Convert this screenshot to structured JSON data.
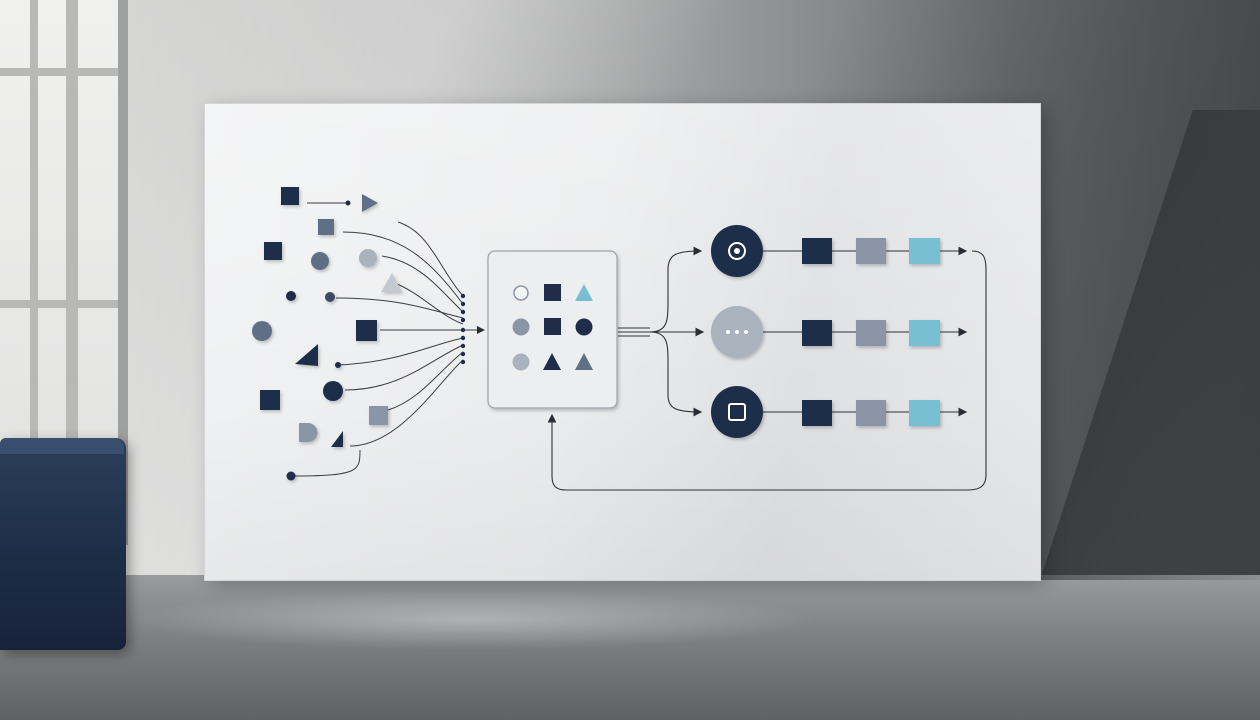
{
  "colors": {
    "navy": "#1f2d4a",
    "slate": "#5f6f86",
    "gray": "#8a96a6",
    "light_gray": "#a9b2bd",
    "teal": "#79bfd3",
    "line": "#3a3d44",
    "panel": "#eeeff0"
  },
  "diagram": {
    "input_shapes": [
      {
        "shape": "square",
        "color": "navy"
      },
      {
        "shape": "triangle",
        "color": "slate"
      },
      {
        "shape": "square",
        "color": "slate"
      },
      {
        "shape": "square",
        "color": "navy"
      },
      {
        "shape": "circle",
        "color": "gray"
      },
      {
        "shape": "circle",
        "color": "light_gray"
      },
      {
        "shape": "dot",
        "color": "navy"
      },
      {
        "shape": "dot",
        "color": "slate"
      },
      {
        "shape": "triangle",
        "color": "light_gray"
      },
      {
        "shape": "circle",
        "color": "slate"
      },
      {
        "shape": "square",
        "color": "navy"
      },
      {
        "shape": "triangle",
        "color": "navy"
      },
      {
        "shape": "dot",
        "color": "navy"
      },
      {
        "shape": "circle",
        "color": "navy"
      },
      {
        "shape": "square",
        "color": "navy"
      },
      {
        "shape": "square",
        "color": "gray"
      },
      {
        "shape": "half-circle",
        "color": "gray"
      },
      {
        "shape": "triangle",
        "color": "navy"
      },
      {
        "shape": "dot",
        "color": "navy"
      }
    ],
    "hub_grid": [
      [
        "ring-circle",
        "navy-square",
        "teal-triangle"
      ],
      [
        "gray-circle",
        "navy-square",
        "navy-circle"
      ],
      [
        "gray-circle",
        "navy-triangle",
        "slate-triangle"
      ]
    ],
    "branches": [
      {
        "node_icon": "target-icon",
        "node_color": "navy",
        "steps": [
          "navy",
          "gray",
          "teal"
        ]
      },
      {
        "node_icon": "ellipsis-icon",
        "node_color": "light_gray",
        "steps": [
          "navy",
          "gray",
          "teal"
        ]
      },
      {
        "node_icon": "square-outline-icon",
        "node_color": "navy",
        "steps": [
          "navy",
          "gray",
          "teal"
        ]
      }
    ],
    "feedback_loop": true
  }
}
